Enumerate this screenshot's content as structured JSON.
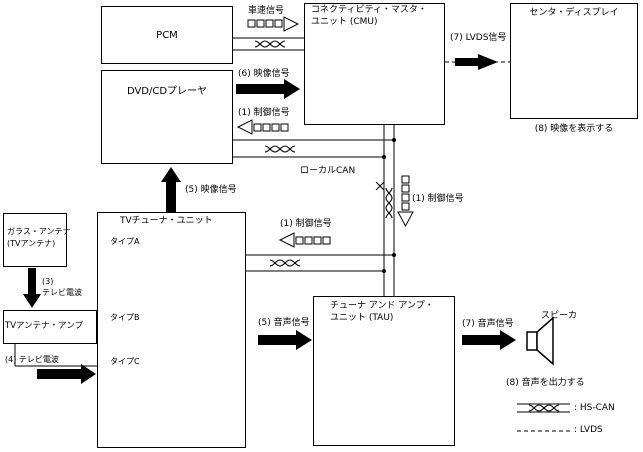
{
  "boxes": {
    "pcm": "PCM",
    "dvd": "DVD/CDプレーヤ",
    "cmu_line1": "コネクティビティ・マスタ・",
    "cmu_line2": "ユニット (CMU)",
    "center_display": "センタ・ディスプレイ",
    "glass_antenna_line1": "ガラス・アンテナ",
    "glass_antenna_line2": "(TVアンテナ)",
    "tv_antenna_amp": "TVアンテナ・アンプ",
    "tv_tuner": "TVチューナ・ユニット",
    "type_a": "タイプA",
    "type_b": "タイプB",
    "type_c": "タイプC",
    "tau_line1": "チューナ アンド アンプ・",
    "tau_line2": "ユニット (TAU)",
    "speaker": "スピーカ"
  },
  "signals": {
    "vehicle_speed": "車速信号",
    "video_6": "(6) 映像信号",
    "control_1_top": "(1) 制御信号",
    "lvds_7": "(7) LVDS信号",
    "show_video_8": "(8) 映像を表示する",
    "local_can": "ローカルCAN",
    "control_1_right": "(1) 制御信号",
    "video_5": "(5) 映像信号",
    "control_1_mid": "(1) 制御信号",
    "tv_wave_3_line1": "(3)",
    "tv_wave_3_line2": "テレビ電波",
    "tv_wave_4": "(4) テレビ電波",
    "audio_5": "(5) 音声信号",
    "audio_7": "(7) 音声信号",
    "output_audio_8": "(8) 音声を出力する"
  },
  "legend": {
    "hs_can": ": HS-CAN",
    "lvds": ": LVDS"
  },
  "colors": {
    "unit_blue": "#2b3aa8",
    "unit_dark": "#1a2478",
    "silver": "#c8c8c8"
  }
}
